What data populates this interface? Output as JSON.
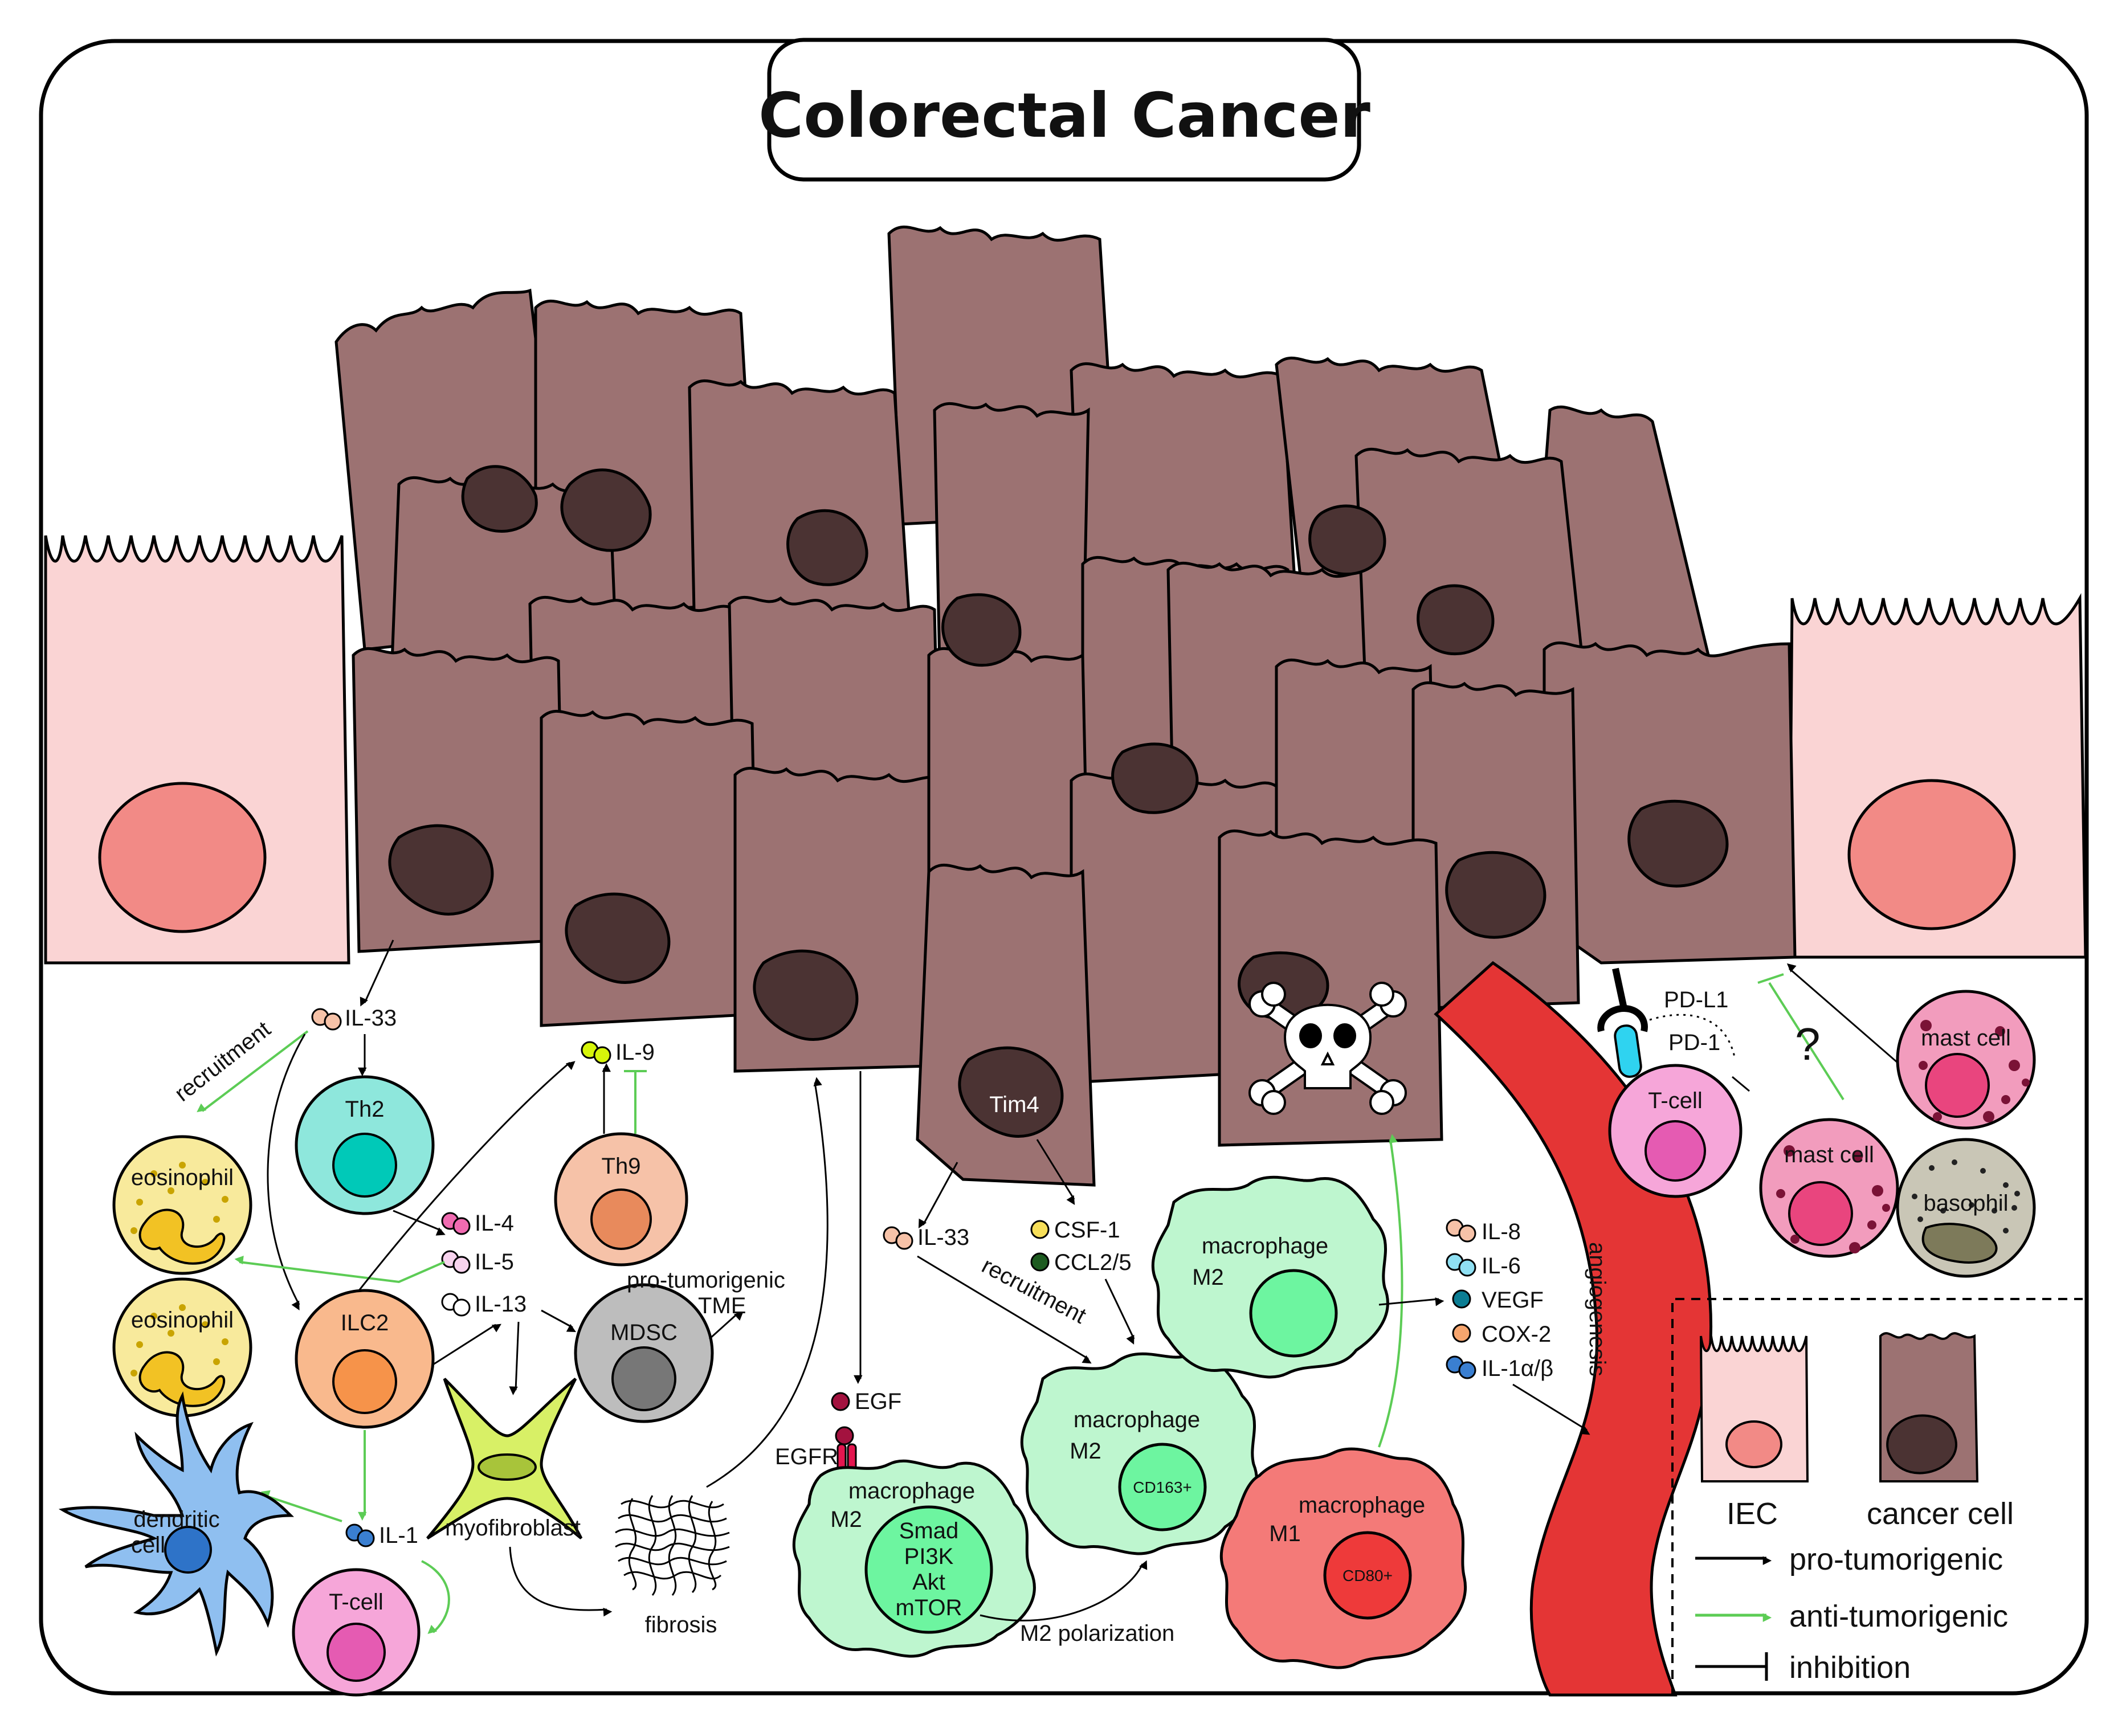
{
  "title": "Colorectal Cancer",
  "colors": {
    "cancer_cell": "#9c7272",
    "cancer_nucleus": "#4b3333",
    "iec": "#fad4d4",
    "iec_nucleus": "#f28a86",
    "pro_arrow": "#000000",
    "anti_arrow": "#5ccc55",
    "vessel": "#e43535",
    "macrophage_m2": "#bef6cf",
    "macrophage_m1": "#f47a78",
    "ilc2": "#f9b98d",
    "th2": "#8ee7dc",
    "th9": "#f6c2a8",
    "eosinophil": "#f8ea9c",
    "tcell": "#f6a6d9",
    "mast_cell": "#f29cbd",
    "basophil": "#c9c6b6",
    "dendritic": "#8fbff0",
    "mdsc": "#bdbdbd",
    "myofibroblast": "#d8f066"
  },
  "icons": {
    "skull": "skull-and-crossbones-icon",
    "receptor_pd1": "pd1-receptor-icon",
    "receptor_egfr": "egfr-receptor-icon",
    "fibrosis": "fibrosis-mesh-icon"
  },
  "labels": {
    "il33_left": "IL-33",
    "recruitment_left": "recruitment",
    "il9": "IL-9",
    "il4": "IL-4",
    "il5": "IL-5",
    "il13": "IL-13",
    "il1": "IL-1",
    "pro_tme": "pro-tumorigenic",
    "tme": "TME",
    "myofibroblast": "myofibroblast",
    "fibrosis": "fibrosis",
    "tim4": "Tim4",
    "il33_mid": "IL-33",
    "recruitment_mid": "recruitment",
    "csf1": "CSF-1",
    "ccl25": "CCL2/5",
    "egf": "EGF",
    "egfr": "EGFR",
    "m2_polarization": "M2 polarization",
    "il8": "IL-8",
    "il6": "IL-6",
    "vegf": "VEGF",
    "cox2": "COX-2",
    "il1ab": "IL-1α/β",
    "angiogenesis": "angiogenesis",
    "pdl1": "PD-L1",
    "pd1": "PD-1",
    "question": "?"
  },
  "cells": {
    "th2": "Th2",
    "th9": "Th9",
    "ilc2": "ILC2",
    "eosinophil_1": "eosinophil",
    "eosinophil_2": "eosinophil",
    "mdsc": "MDSC",
    "dendritic_1": "dendritic",
    "dendritic_2": "cell",
    "tcell_left": "T-cell",
    "tcell_right": "T-cell",
    "mac_signal": {
      "l1": "macrophage",
      "l2": "M2",
      "s1": "Smad",
      "s2": "PI3K",
      "s3": "Akt",
      "s4": "mTOR"
    },
    "mac_cd163": {
      "l1": "macrophage",
      "l2": "M2",
      "marker": "CD163+"
    },
    "mac_top": {
      "l1": "macrophage",
      "l2": "M2"
    },
    "mac_m1": {
      "l1": "macrophage",
      "l2": "M1",
      "marker": "CD80+"
    },
    "mast_1": "mast cell",
    "mast_2": "mast cell",
    "basophil": "basophil"
  },
  "legend": {
    "iec": "IEC",
    "cancer_cell": "cancer cell",
    "pro": "pro-tumorigenic",
    "anti": "anti-tumorigenic",
    "inhibition": "inhibition"
  }
}
